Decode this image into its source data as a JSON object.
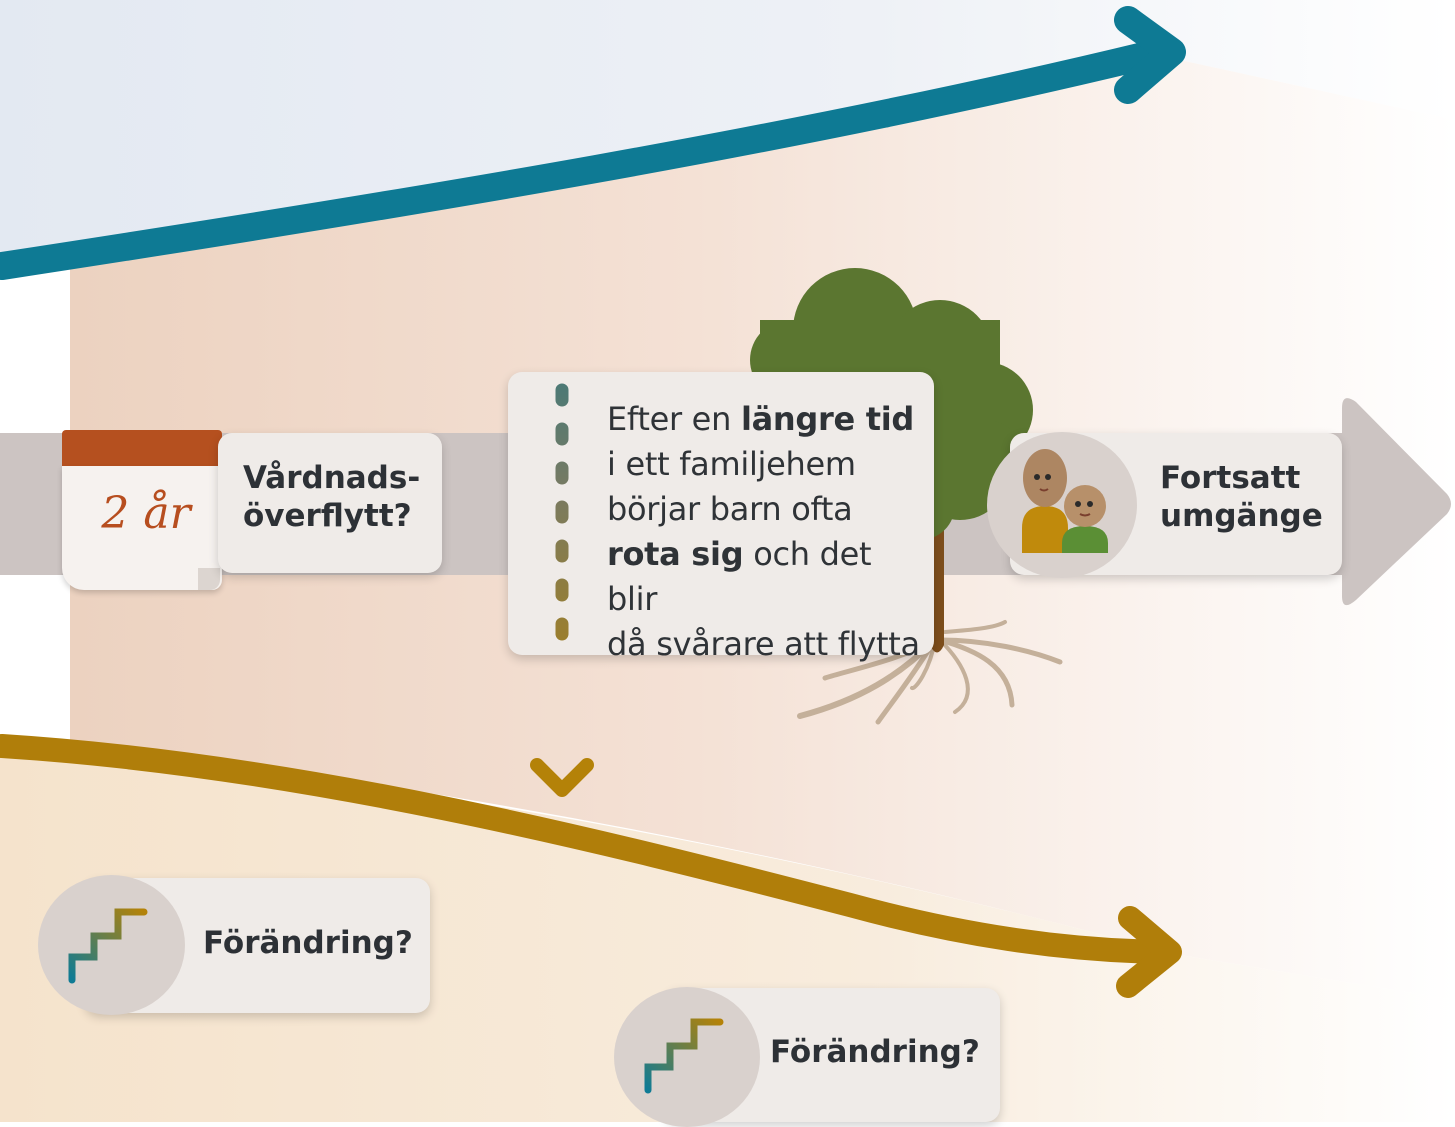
{
  "calendar": {
    "text": "2 år",
    "header_color": "#b5501f"
  },
  "custody_card": {
    "line1": "Vårdnads-",
    "line2": "överflytt?"
  },
  "info_box": {
    "p1_plain": "Efter en ",
    "p1_bold": "längre tid",
    "p2": "i ett familjehem",
    "p3": "börjar barn ofta",
    "p4_bold": "rota sig",
    "p4_plain": " och det blir",
    "p5": "då svårare att flytta"
  },
  "contact_card": {
    "line1": "Fortsatt",
    "line2": "umgänge",
    "icon": "two-people-icon"
  },
  "change_card_left": {
    "label": "Förändring?",
    "icon": "stairs-icon"
  },
  "change_card_bottom": {
    "label": "Förändring?",
    "icon": "stairs-icon"
  },
  "colors": {
    "blue_arrow": "#0e7a94",
    "gold_arrow": "#b07e0a",
    "gray_arrow": "#ccc4c2",
    "tree_foliage": "#5b7630",
    "tree_trunk": "#7d4e1c",
    "roots": "#c4b09a"
  }
}
